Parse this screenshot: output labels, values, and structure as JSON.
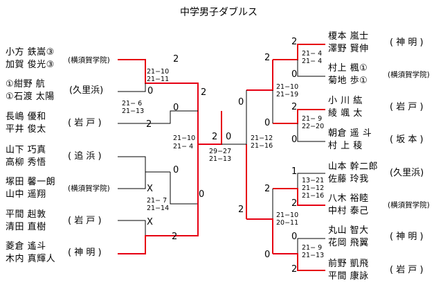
{
  "title": "中学男子ダブルス",
  "left": {
    "teams": [
      {
        "p1": "小方 鉄嵩③",
        "p2": "加賀 俊光③",
        "school": "(横須賀学院)"
      },
      {
        "p1": "①紺野  航",
        "p2": "①石渡 太陽",
        "school": "(久里浜)"
      },
      {
        "p1": "長嶋  優和",
        "p2": "平井  俊太",
        "school": "( 岩  戸 )"
      },
      {
        "p1": "山下  巧真",
        "p2": "高柳  秀悟",
        "school": "( 追  浜 )"
      },
      {
        "p1": "塚田  馨一朗",
        "p2": "山中  遥翔",
        "school": "(横須賀学院)"
      },
      {
        "p1": "平間  赳敦",
        "p2": "清田  直樹",
        "school": "( 岩  戸 )"
      },
      {
        "p1": "菱倉  遙斗",
        "p2": "木内 真輝人",
        "school": "( 神  明 )"
      }
    ]
  },
  "right": {
    "teams": [
      {
        "p1": "榎本  嵐士",
        "p2": "澤野  賢伸",
        "school": "( 神  明 )"
      },
      {
        "p1": "村上  楓①",
        "p2": "菊地  歩①",
        "school": "(横須賀学院)"
      },
      {
        "p1": "小 川   紘",
        "p2": "綾    颯 太",
        "school": "( 岩  戸 )"
      },
      {
        "p1": "朝倉  遥 斗",
        "p2": "村 上   稜",
        "school": "( 坂  本 )"
      },
      {
        "p1": "山本 幹二郎",
        "p2": "佐藤  玲我",
        "school": "(久里浜)"
      },
      {
        "p1": "八木  裕睦",
        "p2": "中村  泰己",
        "school": "(横須賀学院)"
      },
      {
        "p1": "丸山  智大",
        "p2": "花岡  飛翼",
        "school": "( 神  明 )"
      },
      {
        "p1": "前野  凱飛",
        "p2": "平間  康詠",
        "school": "( 岩  戸 )"
      }
    ]
  },
  "left_matches": [
    {
      "scores": [
        "21−10",
        "21−11"
      ],
      "top": "2",
      "bottom": "0"
    },
    {
      "scores": [
        "21−  6",
        "21−13"
      ],
      "top": "0",
      "bottom": "2"
    },
    {
      "scores": [
        "21−10",
        "21−  4"
      ],
      "top": "2",
      "bottom": "0"
    },
    {
      "scores": [
        "21−  7",
        "21−14"
      ],
      "top": "X",
      "bottom": "X"
    },
    {
      "scores": [],
      "top": "0",
      "bottom": "2"
    }
  ],
  "right_matches": [
    {
      "scores": [
        "21−  4",
        "21−  4"
      ],
      "top": "2",
      "bottom": "0"
    },
    {
      "scores": [
        "21−10",
        "21−19"
      ],
      "top": "2",
      "bottom": "0"
    },
    {
      "scores": [
        "21−  9",
        "22−20"
      ],
      "top": "2",
      "bottom": "0"
    },
    {
      "scores": [
        "21−12",
        "21−16"
      ],
      "top": "0",
      "bottom": "2"
    },
    {
      "scores": [
        "13−21",
        "21−12",
        "21−16"
      ],
      "top": "1",
      "bottom": "2"
    },
    {
      "scores": [
        "21−10",
        "20−11"
      ],
      "top": "2",
      "bottom": "0"
    },
    {
      "scores": [
        "21−  9",
        "21−13"
      ],
      "top": "0",
      "bottom": "2"
    }
  ],
  "final": {
    "scores": [
      "29−27",
      "21−13"
    ],
    "left": "2",
    "right": "0"
  },
  "colors": {
    "winner_line": "#e60012",
    "line": "#000000"
  }
}
